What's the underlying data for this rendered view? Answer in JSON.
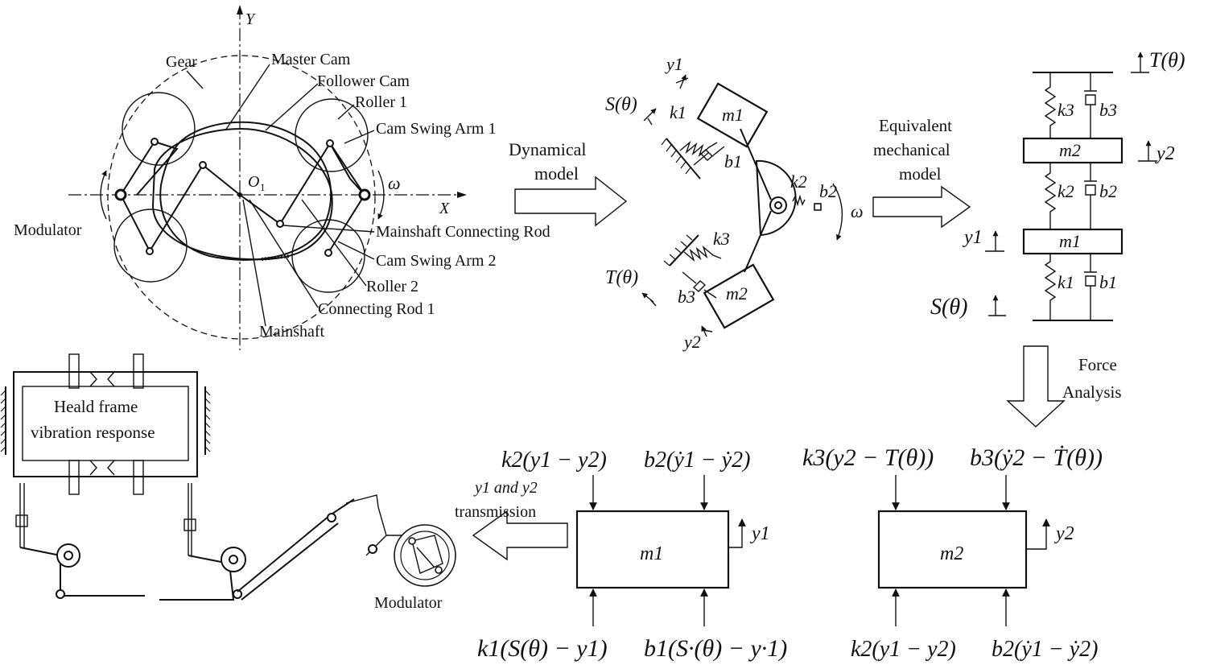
{
  "cam_diagram": {
    "axis_y": "Y",
    "axis_x": "X",
    "origin": "O",
    "origin_sub": "1",
    "omega": "ω",
    "labels": {
      "gear": "Gear",
      "master_cam": "Master Cam",
      "follower_cam": "Follower Cam",
      "roller1": "Roller 1",
      "cam_swing_arm1": "Cam Swing Arm 1",
      "modulator": "Modulator",
      "mainshaft_connecting_rod": "Mainshaft Connecting Rod",
      "cam_swing_arm2": "Cam Swing Arm 2",
      "roller2": "Roller 2",
      "connecting_rod1": "Connecting Rod 1",
      "mainshaft": "Mainshaft"
    }
  },
  "arrows": {
    "dynamical_model": [
      "Dynamical",
      "model"
    ],
    "equivalent_model": [
      "Equivalent",
      "mechanical",
      "model"
    ],
    "force_analysis": [
      "Force",
      "Analysis"
    ],
    "transmission": [
      "y1 and y2",
      "transmission"
    ]
  },
  "dynamical_model": {
    "s_theta": "S(θ)",
    "t_theta": "T(θ)",
    "y1": "y1",
    "y2": "y2",
    "k1": "k1",
    "k2": "k2",
    "k3": "k3",
    "b1": "b1",
    "b2": "b2",
    "b3": "b3",
    "m1": "m1",
    "m2": "m2",
    "omega": "ω"
  },
  "equivalent_model": {
    "t_theta": "T(θ)",
    "s_theta": "S(θ)",
    "y1": "y1",
    "y2": "y2",
    "k1": "k1",
    "k2": "k2",
    "k3": "k3",
    "b1": "b1",
    "b2": "b2",
    "b3": "b3",
    "m1": "m1",
    "m2": "m2"
  },
  "heald_frame": {
    "title": [
      "Heald frame",
      "vibration response"
    ],
    "modulator": "Modulator"
  },
  "force_analysis": {
    "m1_top_left": "k2(y1 − y2)",
    "m1_top_right": "b2(ẏ1 − ẏ2)",
    "m1_bottom_left": "k1(S(θ) − y1)",
    "m1_bottom_right": "b1(S·(θ) − y·1)",
    "m1_label": "m1",
    "m1_y": "y1",
    "m2_top_left": "k3(y2 − T(θ))",
    "m2_top_right": "b3(ẏ2 − Ṫ(θ))",
    "m2_bottom_left": "k2(y1 − y2)",
    "m2_bottom_right": "b2(ẏ1 − ẏ2)",
    "m2_label": "m2",
    "m2_y": "y2"
  }
}
